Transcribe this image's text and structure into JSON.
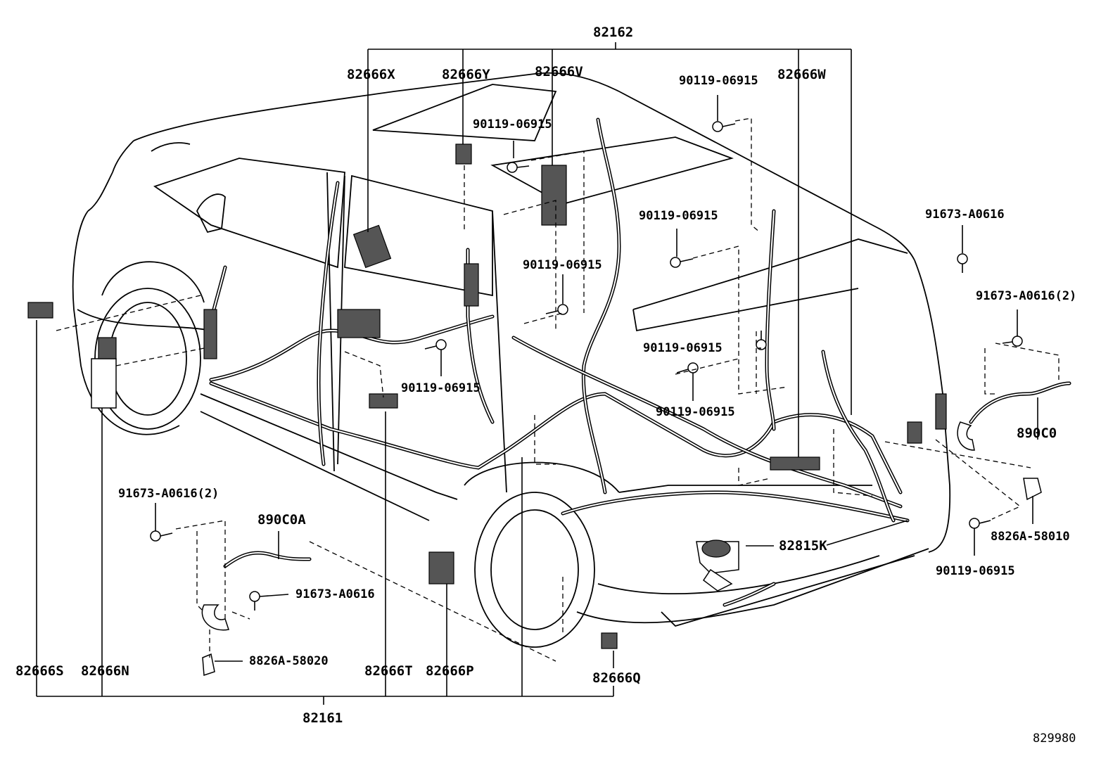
{
  "labels": {
    "p82162": "82162",
    "p82161": "82161",
    "p82666X": "82666X",
    "p82666Y": "82666Y",
    "p82666V": "82666V",
    "p82666W": "82666W",
    "p82666S": "82666S",
    "p82666N": "82666N",
    "p82666T": "82666T",
    "p82666P": "82666P",
    "p82666Q": "82666Q",
    "p82815K": "82815K",
    "p890C0": "890C0",
    "p890C0A": "890C0A",
    "p8826A58010": "8826A-58010",
    "p8826A58020": "8826A-58020",
    "p91673A0616_tr": "91673-A0616",
    "p91673A0616x2_tr": "91673-A0616(2)",
    "p91673A0616x2_l": "91673-A0616(2)",
    "p91673A0616_l": "91673-A0616",
    "b90119_top_c": "90119-06915",
    "b90119_top_r": "90119-06915",
    "b90119_mid_r": "90119-06915",
    "b90119_mid_c": "90119-06915",
    "b90119_low_c": "90119-06915",
    "b90119_low_r1": "90119-06915",
    "b90119_low_r2": "90119-06915",
    "b90119_br": "90119-06915",
    "catalog_id": "829980"
  }
}
